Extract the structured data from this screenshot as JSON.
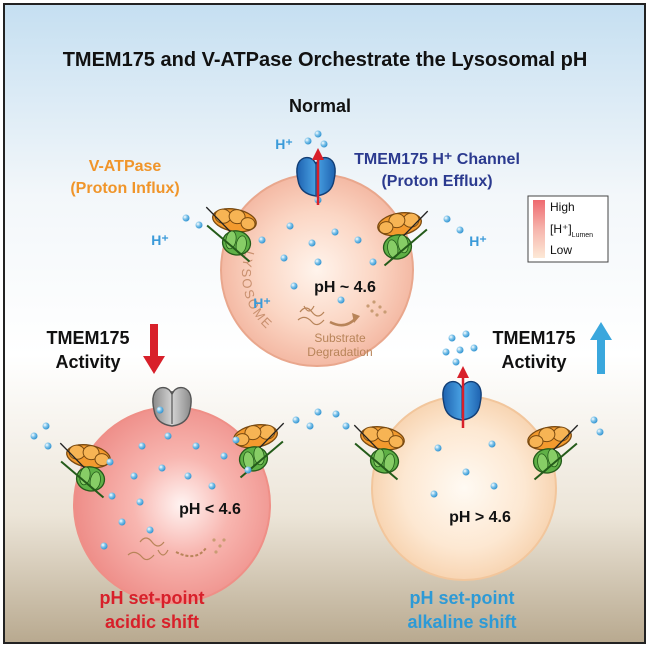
{
  "title": "TMEM175 and V-ATPase Orchestrate the Lysosomal pH",
  "normal": {
    "heading": "Normal",
    "vatpase_label": [
      "V-ATPase",
      "(Proton Influx)"
    ],
    "channel_label_line1": "TMEM175 H⁺ Channel",
    "channel_label_line2": "(Proton Efflux)",
    "proton_label": "H⁺",
    "ph_label": "pH ~ 4.6",
    "lysosome_label": "LYSOSOME",
    "degradation_label": [
      "Substrate",
      "Degradation"
    ]
  },
  "legend": {
    "high": "High",
    "mid": "[H⁺]",
    "mid_sub": "Lumen",
    "low": "Low"
  },
  "left_panel": {
    "activity_line1": "TMEM175",
    "activity_line2": "Activity",
    "arrow_direction": "down",
    "ph_label": "pH < 4.6",
    "caption_line1": "pH set-point",
    "caption_line2": "acidic shift"
  },
  "right_panel": {
    "activity_line1": "TMEM175",
    "activity_line2": "Activity",
    "arrow_direction": "up",
    "ph_label": "pH > 4.6",
    "caption_line1": "pH set-point",
    "caption_line2": "alkaline shift"
  },
  "colors": {
    "vatpase_text": "#f0952a",
    "channel_text": "#2b3a8f",
    "proton_text": "#3a9ad9",
    "acidic_text": "#d8202a",
    "alkaline_text": "#2d9ad6",
    "down_arrow": "#d8202a",
    "up_arrow": "#3aa7dd"
  }
}
